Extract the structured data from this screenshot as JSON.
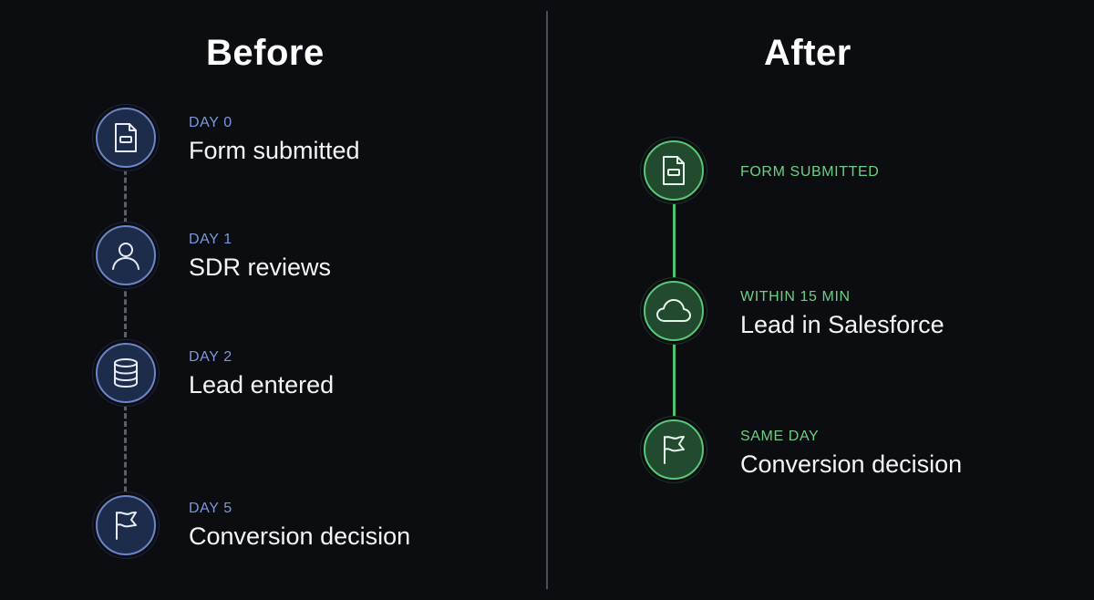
{
  "before": {
    "title": "Before",
    "steps": [
      {
        "label": "DAY 0",
        "title": "Form submitted",
        "icon": "document-icon"
      },
      {
        "label": "DAY 1",
        "title": "SDR reviews",
        "icon": "user-icon"
      },
      {
        "label": "DAY 2",
        "title": "Lead entered",
        "icon": "database-icon"
      },
      {
        "label": "DAY 5",
        "title": "Conversion decision",
        "icon": "flag-icon"
      }
    ]
  },
  "after": {
    "title": "After",
    "steps": [
      {
        "label": "FORM SUBMITTED",
        "icon": "document-icon"
      },
      {
        "label": "WITHIN 15 MIN",
        "title": "Lead in Salesforce",
        "icon": "cloud-icon"
      },
      {
        "label": "SAME DAY",
        "title": "Conversion decision",
        "icon": "flag-icon"
      }
    ]
  },
  "colors": {
    "background": "#0b0d11",
    "before_accent": "#7a98e0",
    "after_accent": "#6ccf84",
    "divider": "#4a4f57"
  }
}
